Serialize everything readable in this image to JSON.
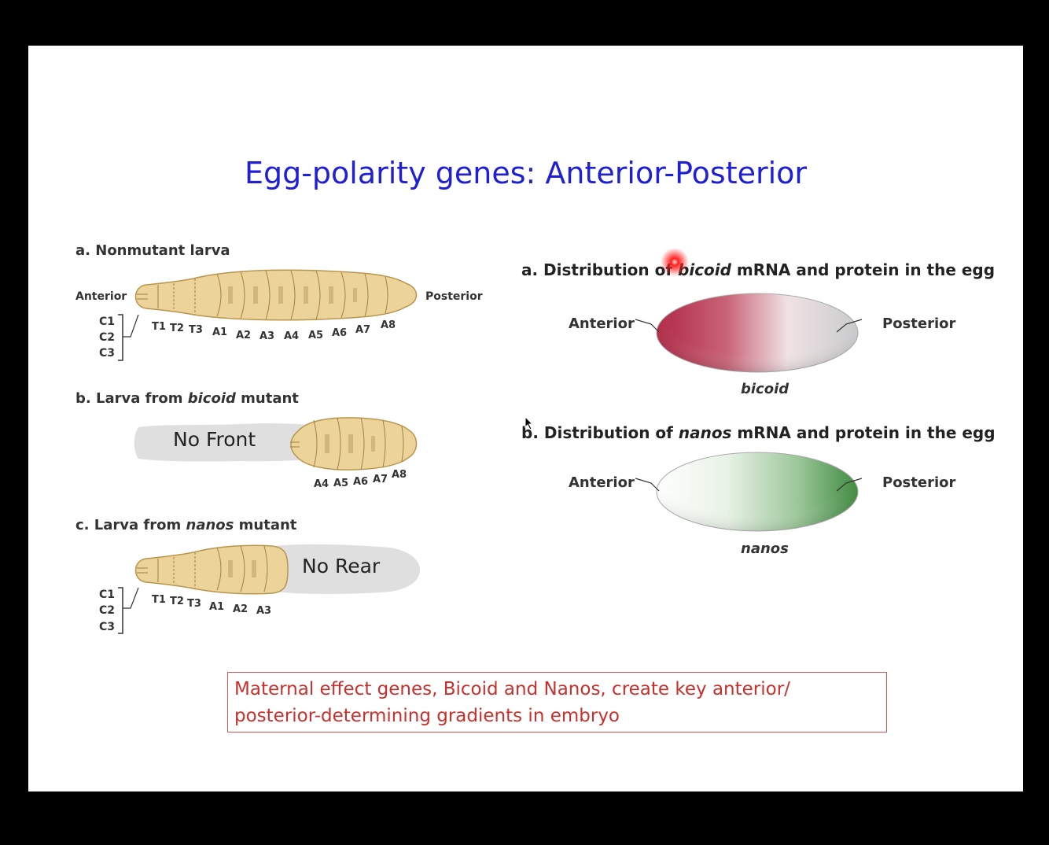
{
  "title": "Egg-polarity genes: Anterior-Posterior",
  "panel_a": {
    "label": "a. Nonmutant larva",
    "anterior": "Anterior",
    "posterior": "Posterior",
    "head_segments": [
      "C1",
      "C2",
      "C3"
    ],
    "segments": [
      "T1",
      "T2",
      "T3",
      "A1",
      "A2",
      "A3",
      "A4",
      "A5",
      "A6",
      "A7",
      "A8"
    ]
  },
  "panel_b": {
    "label_prefix": "b. Larva from ",
    "label_gene": "bicoid",
    "label_suffix": " mutant",
    "ghost_text": "No Front",
    "segments": [
      "A4",
      "A5",
      "A6",
      "A7",
      "A8"
    ]
  },
  "panel_c": {
    "label_prefix": "c. Larva from ",
    "label_gene": "nanos",
    "label_suffix": " mutant",
    "ghost_text": "No Rear",
    "head_segments": [
      "C1",
      "C2",
      "C3"
    ],
    "segments": [
      "T1",
      "T2",
      "T3",
      "A1",
      "A2",
      "A3"
    ]
  },
  "egg_a": {
    "heading_prefix": "a. Distribution of ",
    "heading_gene": "bicoid",
    "heading_suffix": " mRNA and protein in the egg",
    "anterior": "Anterior",
    "posterior": "Posterior",
    "caption": "bicoid",
    "color": "#b02845"
  },
  "egg_b": {
    "heading_prefix": "b. Distribution of ",
    "heading_gene": "nanos",
    "heading_suffix": " mRNA and protein in the egg",
    "anterior": "Anterior",
    "posterior": "Posterior",
    "caption": "nanos",
    "color": "#3f8a3f"
  },
  "summary": "Maternal effect genes, Bicoid and Nanos, create key anterior/ posterior-determining gradients in embryo",
  "colors": {
    "title": "#1f1fd6",
    "summary_text": "#c9302c",
    "larva_fill": "#ecd39a",
    "larva_stroke": "#b9964e"
  }
}
